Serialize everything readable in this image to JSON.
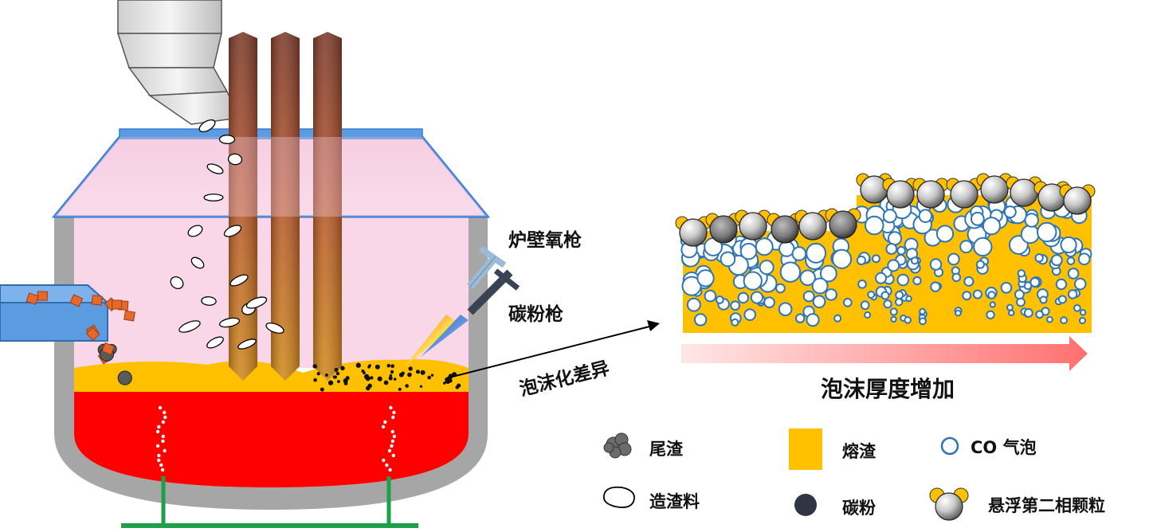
{
  "labels": {
    "wall_oxygen_lance": "炉壁氧枪",
    "carbon_powder_lance": "碳粉枪",
    "foaming_difference": "泡沫化差异",
    "foam_thickness_increase": "泡沫厚度增加"
  },
  "legend": {
    "tailing_slag": "尾渣",
    "slag_forming_material": "造渣料",
    "molten_slag": "熔渣",
    "carbon_powder": "碳粉",
    "co_bubble": "CO 气泡",
    "suspended_particle": "悬浮第二相颗粒"
  },
  "colors": {
    "molten_steel": "#ff0000",
    "slag": "#ffc000",
    "furnace_wall": "#a6a6a6",
    "roof_pink": "#f9d3e6",
    "blue_frame": "#4a86d8",
    "electrode": "#a0522d",
    "bubble_outline": "#2e75b6",
    "carbon": "#2f3542",
    "bottom_pipe": "#1ea04a"
  },
  "icons": {
    "carbon_powder": "dark-circle",
    "co_bubble": "blue-ring",
    "suspended_particle": "gray-ball-with-orange-caps",
    "tailing_slag": "gray-rough-blob",
    "slag_forming_material": "white-flake"
  }
}
